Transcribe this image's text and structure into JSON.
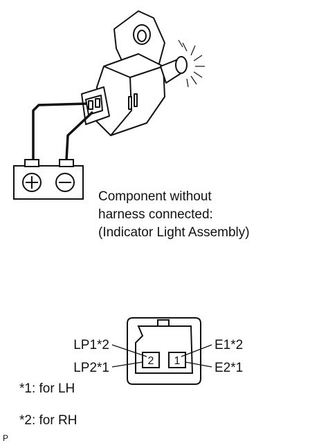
{
  "component_caption": {
    "line1": "Component without",
    "line2": "harness connected:",
    "line3": "(Indicator Light Assembly)"
  },
  "battery": {
    "positive_symbol": "+",
    "negative_symbol": "−"
  },
  "connector": {
    "pins": [
      {
        "number": "2"
      },
      {
        "number": "1"
      }
    ],
    "left_labels": [
      "LP1*2",
      "LP2*1"
    ],
    "right_labels": [
      "E1*2",
      "E2*1"
    ]
  },
  "notes": {
    "lh": "*1: for LH",
    "rh": "*2: for RH"
  },
  "corner_mark": "P"
}
